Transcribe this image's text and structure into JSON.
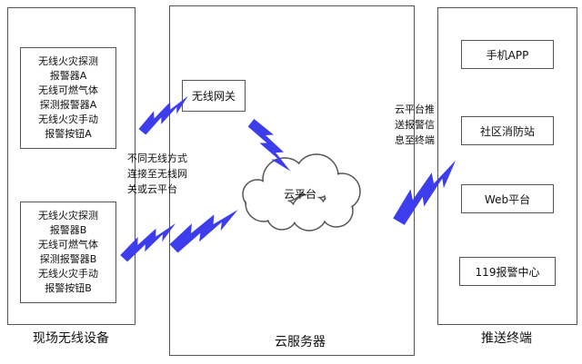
{
  "accent_color": "#3d3dee",
  "left_panel": {
    "label": "现场无线设备",
    "device_a": "无线火灾探测\n报警器A\n无线可燃气体\n探测报警器A\n无线火灾手动\n报警按钮A",
    "device_b": "无线火灾探测\n报警器B\n无线可燃气体\n探测报警器B\n无线火灾手动\n报警按钮B"
  },
  "middle_panel": {
    "label": "云服务器",
    "gateway": "无线网关",
    "cloud": "云平台",
    "annotation": "不同无线方式\n连接至无线网\n关或云平台"
  },
  "right_panel": {
    "label": "推送终端",
    "annotation": "云平台推\n送报警信\n息至终端",
    "terminals": [
      {
        "label": "手机APP"
      },
      {
        "label": "社区消防站"
      },
      {
        "label": "Web平台"
      },
      {
        "label": "119报警中心"
      }
    ]
  }
}
